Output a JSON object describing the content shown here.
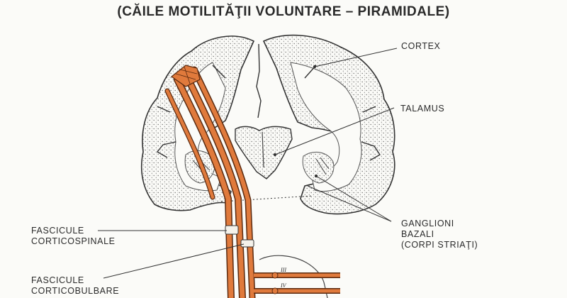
{
  "title": "(CĂILE MOTILITĂŢII VOLUNTARE – PIRAMIDALE)",
  "labels": {
    "cortex": "CORTEX",
    "talamus": "TALAMUS",
    "ganglioni_1": "GANGLIONI",
    "ganglioni_2": "BAZALI",
    "ganglioni_3": "(CORPI STRIAŢI)",
    "fascicule_cs_1": "FASCICULE",
    "fascicule_cs_2": "CORTICOSPINALE",
    "fascicule_cb_1": "FASCICULE",
    "fascicule_cb_2": "CORTICOBULBARE"
  },
  "nerve_numerals": [
    "III",
    "IV"
  ],
  "colors": {
    "tract": "#e07a3c",
    "tract_outline": "#5a2a10",
    "ink": "#2a2a2a",
    "stipple": "#6b6b6b"
  }
}
